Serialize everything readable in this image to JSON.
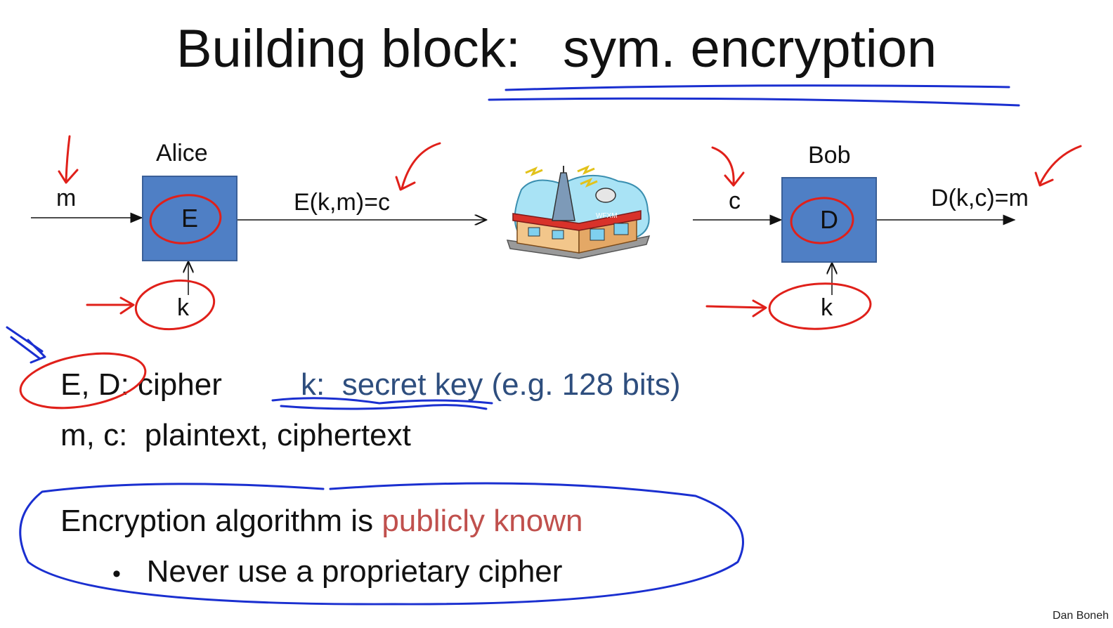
{
  "slide": {
    "title_left": "Building block:",
    "title_right": "sym. encryption",
    "author": "Dan Boneh"
  },
  "diagram": {
    "alice": {
      "name": "Alice",
      "box_label": "E",
      "input": "m",
      "key": "k",
      "output": "E(k,m)=c"
    },
    "bob": {
      "name": "Bob",
      "box_label": "D",
      "input": "c",
      "key": "k",
      "output": "D(k,c)=m"
    },
    "channel_icon": "radio-station-icon"
  },
  "definitions": [
    {
      "term": "E, D:",
      "text": "cipher"
    },
    {
      "term": "k:",
      "text": "secret key",
      "note": "(e.g. 128 bits)"
    },
    {
      "term": "m, c:",
      "text": "plaintext,  ciphertext"
    }
  ],
  "principle": {
    "text_before": "Encryption algorithm is",
    "highlight": "publicly known",
    "bullet": "Never use a proprietary cipher"
  },
  "colors": {
    "box": "#4f7fc5",
    "annotation_red": "#e0201a",
    "annotation_blue": "#1a2fd0",
    "key_text": "#2e4e7e",
    "highlight_text": "#c0504d"
  }
}
